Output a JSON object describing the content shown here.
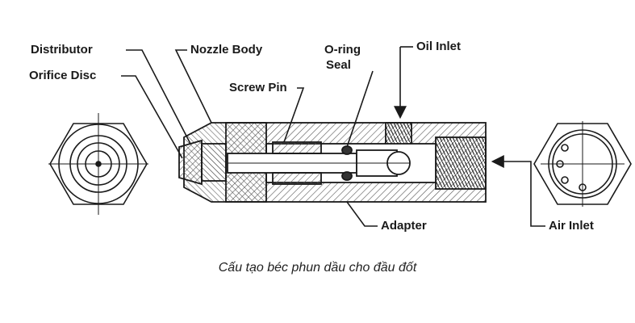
{
  "labels": {
    "distributor": "Distributor",
    "orifice_disc": "Orifice Disc",
    "nozzle_body": "Nozzle Body",
    "screw_pin": "Screw Pin",
    "o_ring_line1": "O-ring",
    "o_ring_line2": "Seal",
    "oil_inlet": "Oil Inlet",
    "adapter": "Adapter",
    "air_inlet": "Air Inlet"
  },
  "caption": "Cấu tạo béc phun dầu cho đầu đốt",
  "colors": {
    "ink": "#1a1a1a",
    "hatch": "#555555",
    "background": "#ffffff"
  }
}
